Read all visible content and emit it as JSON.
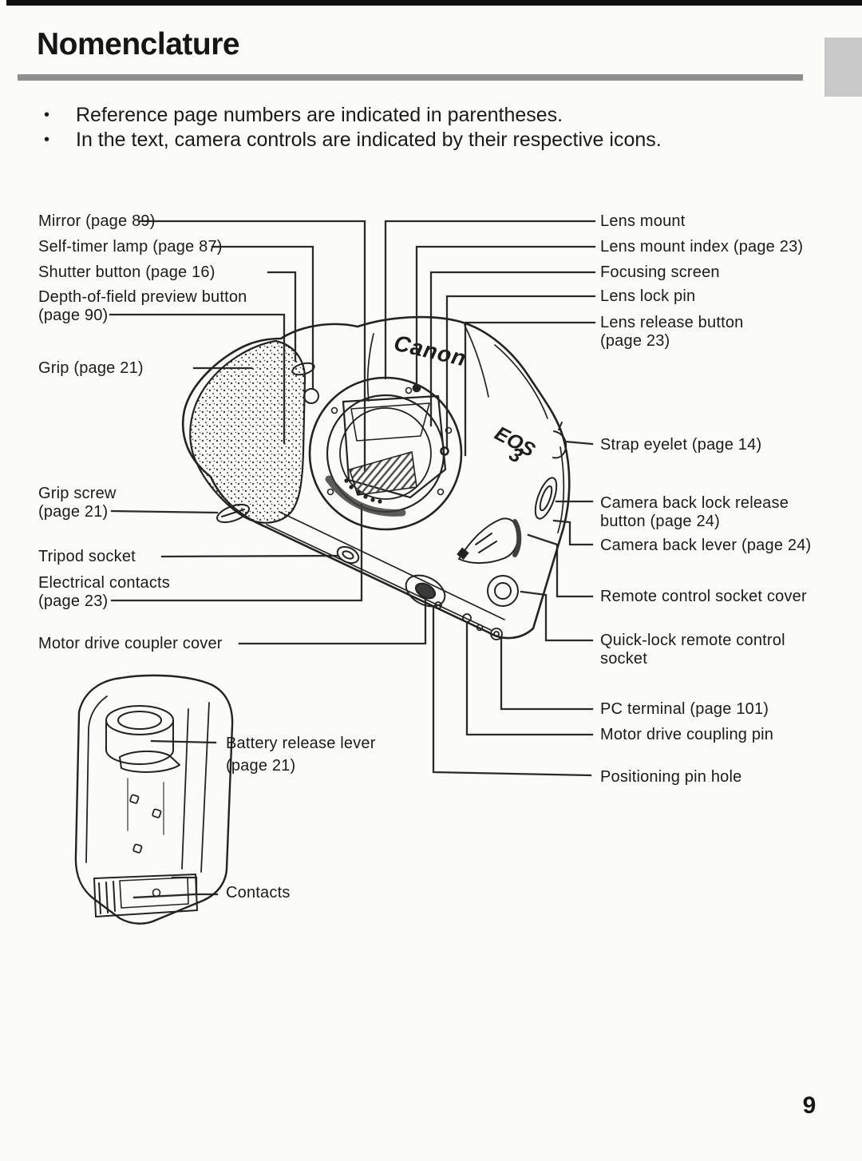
{
  "page": {
    "title": "Nomenclature",
    "page_number": "9"
  },
  "notes": {
    "bullet_glyph": "•",
    "bullet_1": "Reference page numbers are indicated in parentheses.",
    "bullet_2": "In the text, camera controls are indicated by their respective icons."
  },
  "camera_markings": {
    "brand": "Canon",
    "model_line1": "EOS",
    "model_line2": "3"
  },
  "labels": {
    "left": [
      {
        "line1": "Mirror (page 89)"
      },
      {
        "line1": "Self-timer lamp (page 87)"
      },
      {
        "line1": "Shutter button (page 16)"
      },
      {
        "line1": "Depth-of-field preview button",
        "line2": "(page 90)"
      },
      {
        "line1": "Grip (page 21)"
      },
      {
        "line1": "Grip screw",
        "line2": "(page 21)"
      },
      {
        "line1": "Tripod socket"
      },
      {
        "line1": "Electrical contacts",
        "line2": "(page 23)"
      },
      {
        "line1": "Motor drive coupler cover"
      }
    ],
    "battery": [
      {
        "line1": "Battery release lever",
        "line2": "(page 21)"
      },
      {
        "line1": "Contacts"
      }
    ],
    "right": [
      {
        "line1": "Lens mount"
      },
      {
        "line1": "Lens mount index (page 23)"
      },
      {
        "line1": "Focusing screen"
      },
      {
        "line1": "Lens lock pin"
      },
      {
        "line1": "Lens release button",
        "line2": "(page 23)"
      },
      {
        "line1": "Strap eyelet (page 14)"
      },
      {
        "line1": "Camera back lock release",
        "line2": "button (page 24)"
      },
      {
        "line1": "Camera back lever (page 24)"
      },
      {
        "line1": "Remote control socket cover"
      },
      {
        "line1": "Quick-lock remote control",
        "line2": "socket"
      },
      {
        "line1": "PC terminal (page 101)"
      },
      {
        "line1": "Motor drive coupling pin"
      },
      {
        "line1": "Positioning pin hole"
      }
    ]
  },
  "colors": {
    "paper": "#fbfbf8",
    "ink": "#1c1c1c",
    "rule": "#8f8f8f",
    "tab": "#c9c9c9",
    "line": "#2b2b2b"
  }
}
